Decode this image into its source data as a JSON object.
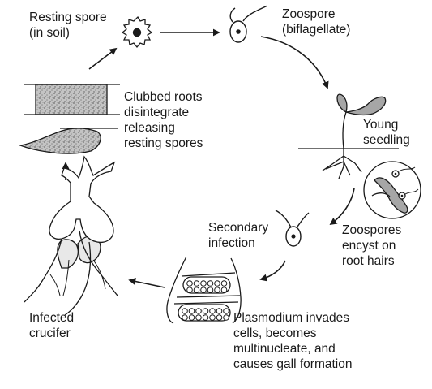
{
  "labels": {
    "resting_spore": [
      "Resting spore",
      "(in soil)"
    ],
    "zoospore": [
      "Zoospore",
      "(biflagellate)"
    ],
    "young_seedling": [
      "Young",
      "seedling"
    ],
    "encyst": [
      "Zoospores",
      "encyst on",
      "root hairs"
    ],
    "secondary": [
      "Secondary",
      "infection"
    ],
    "plasmodium": [
      "Plasmodium invades",
      "cells, becomes",
      "multinucleate, and",
      "causes gall formation"
    ],
    "infected": [
      "Infected",
      "crucifer"
    ],
    "clubbed": [
      "Clubbed roots",
      "disintegrate",
      "releasing",
      "resting spores"
    ]
  },
  "colors": {
    "ink": "#1a1a1a",
    "leaf": "#a6a6a6",
    "stipple": "#8c8c8c",
    "background": "#ffffff"
  }
}
